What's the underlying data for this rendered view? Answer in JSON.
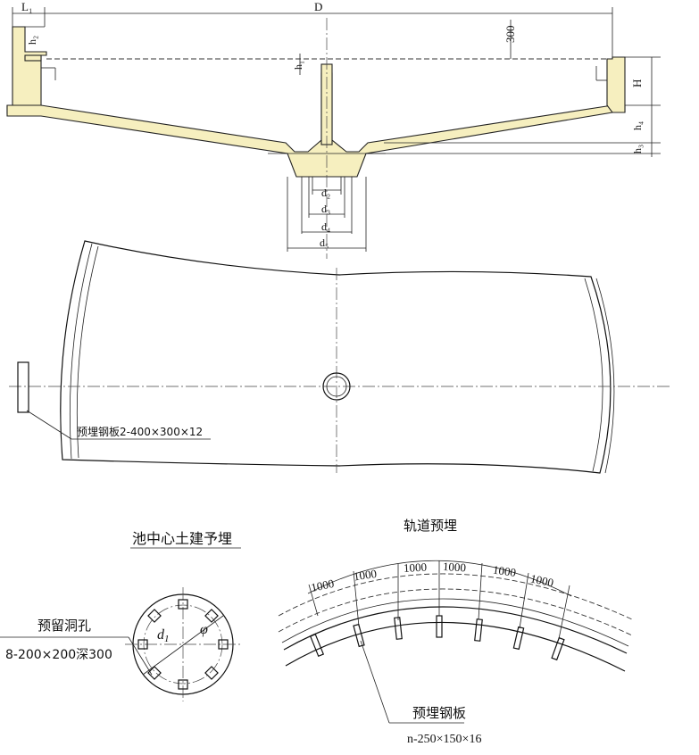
{
  "section_view": {
    "dims": {
      "L1": "L₁",
      "D": "D",
      "h2": "h₂",
      "h1": "h₁",
      "d300": "300",
      "H": "H",
      "h4": "h₄",
      "h3": "h₃",
      "d2": "d₂",
      "d3": "d₃",
      "d4": "d₄",
      "d5": "d₅"
    }
  },
  "plan_view": {
    "embedded_plate_label": "预埋钢板2-400×300×12"
  },
  "center_detail": {
    "title": "池中心土建予埋",
    "hole_label": "预留洞孔",
    "hole_spec": "8-200×200深300",
    "d1": "d",
    "d1_sub": "1",
    "phi": "φ"
  },
  "track_detail": {
    "title": "轨道预埋",
    "spacings": [
      "1000",
      "1000",
      "1000",
      "1000",
      "1000",
      "1000"
    ],
    "plate_label": "预埋钢板",
    "plate_spec": "n-250×150×16"
  }
}
